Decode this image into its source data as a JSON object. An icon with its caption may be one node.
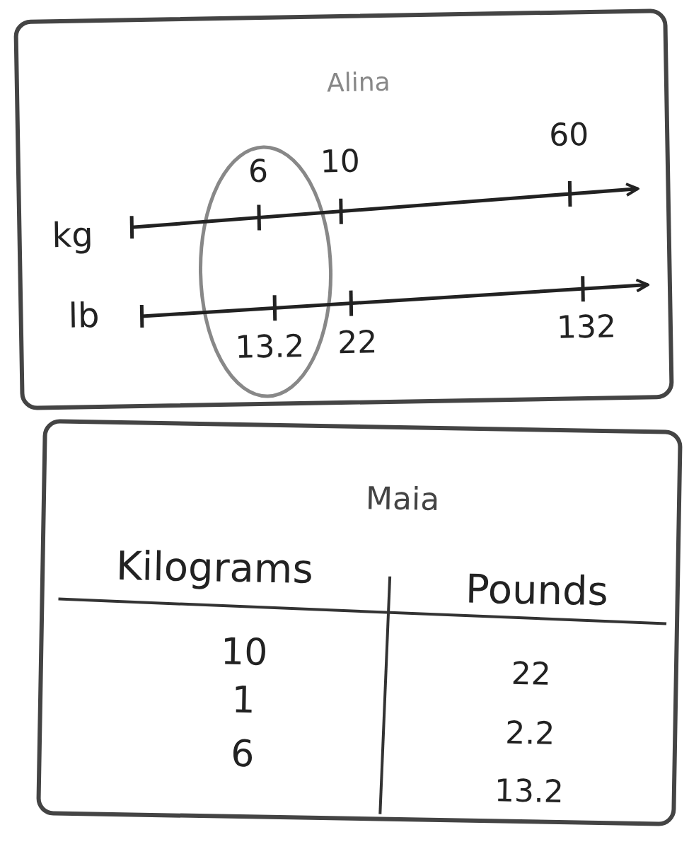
{
  "diagram": {
    "nodes": [
      {
        "text": [
          "Alina"
        ]
      },
      {
        "text": [
          "Maia"
        ]
      }
    ],
    "labels": [
      "6",
      "10",
      "60",
      "kg",
      "lb",
      "13.2",
      "22",
      "132",
      "Kilograms",
      "Pounds",
      "10",
      "22",
      "1",
      "2.2",
      "6",
      "13.2"
    ]
  }
}
